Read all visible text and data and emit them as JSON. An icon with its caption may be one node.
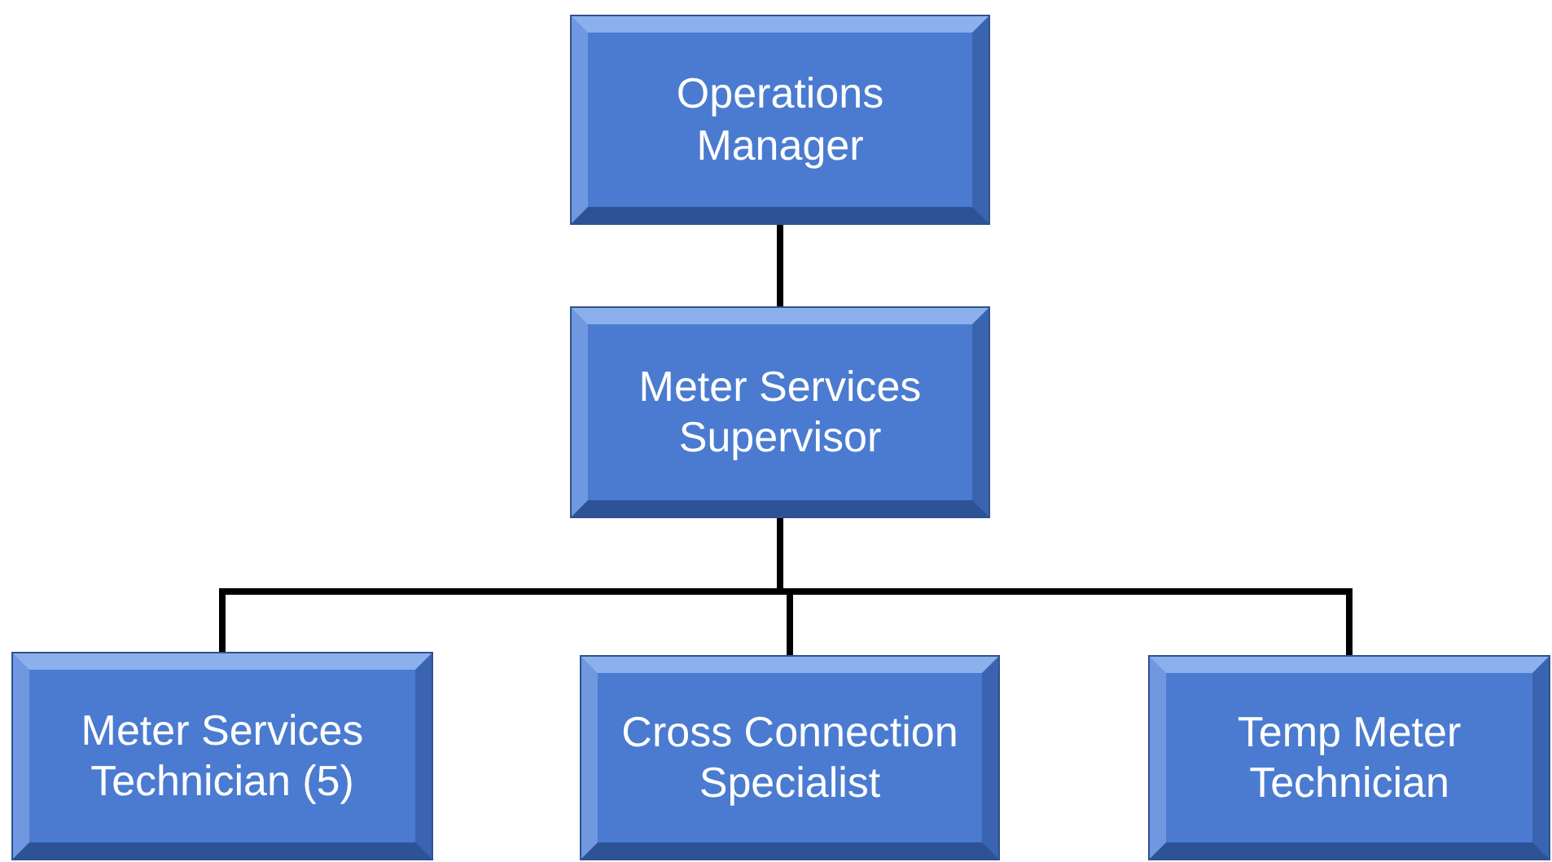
{
  "diagram": {
    "nodes": [
      {
        "text": [
          "Operations Manager"
        ]
      },
      {
        "text": [
          "Meter Services Supervisor"
        ]
      },
      {
        "text": [
          "Meter Services Technician (5)"
        ]
      },
      {
        "text": [
          "Cross Connection Specialist"
        ]
      },
      {
        "text": [
          "Temp Meter Technician"
        ]
      }
    ],
    "edges": [
      {
        "from": 0,
        "to": 1,
        "arrow": "none"
      },
      {
        "from": 1,
        "to": 2,
        "arrow": "none"
      },
      {
        "from": 1,
        "to": 3,
        "arrow": "none"
      },
      {
        "from": 1,
        "to": 4,
        "arrow": "none"
      }
    ]
  }
}
